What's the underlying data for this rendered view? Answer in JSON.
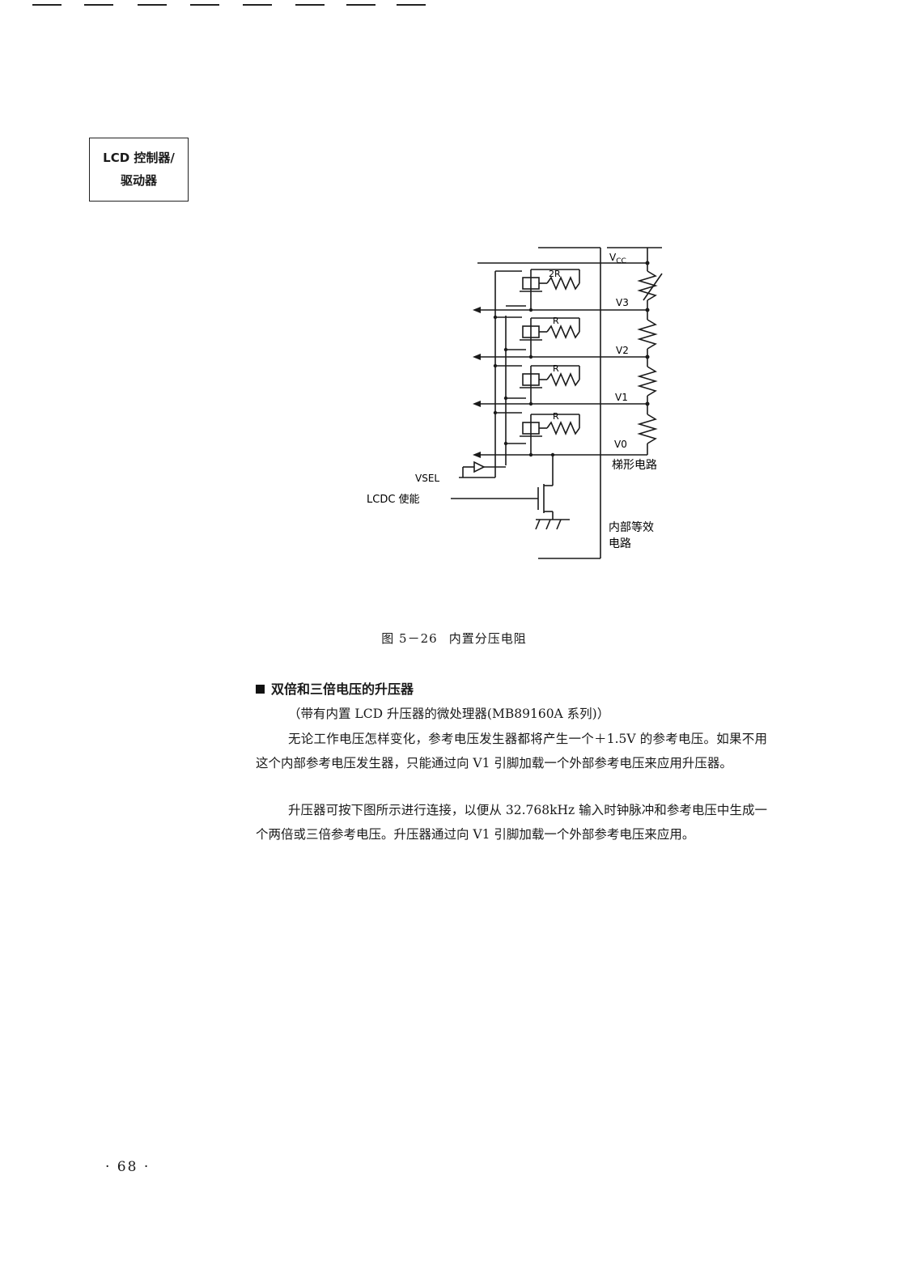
{
  "section_tab": {
    "line1": "LCD 控制器/",
    "line2": "驱动器"
  },
  "figure": {
    "labels": {
      "vcc_main": "V",
      "vcc_sub": "CC",
      "v3": "V3",
      "v2": "V2",
      "v1": "V1",
      "v0": "V0",
      "r_top": "2R",
      "r1": "R",
      "r2": "R",
      "r3": "R",
      "ladder": "梯形电路",
      "vsel": "VSEL",
      "lcdc_enable": "LCDC 使能",
      "internal_line1": "内部等效",
      "internal_line2": "电路"
    },
    "caption_number": "图 5－26",
    "caption_title": "内置分压电阻"
  },
  "heading": "双倍和三倍电压的升压器",
  "subtitle": "（带有内置 LCD 升压器的微处理器(MB89160A 系列)）",
  "paragraphs": [
    "无论工作电压怎样变化，参考电压发生器都将产生一个＋1.5V 的参考电压。如果不用这个内部参考电压发生器，只能通过向 V1 引脚加载一个外部参考电压来应用升压器。",
    "升压器可按下图所示进行连接，以便从 32.768kHz 输入时钟脉冲和参考电压中生成一个两倍或三倍参考电压。升压器通过向 V1 引脚加载一个外部参考电压来应用。"
  ],
  "page_number": "· 68 ·"
}
